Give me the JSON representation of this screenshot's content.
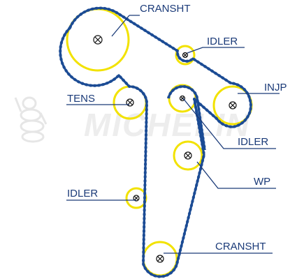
{
  "watermark": {
    "text": "MICHELIN"
  },
  "colors": {
    "belt": "#1b4b94",
    "pulley": "#f2e200",
    "label": "#1a3a78",
    "watermark": "#ededed"
  },
  "labels": {
    "crankshaft_top": "CRANSHT",
    "idler_top": "IDLER",
    "injection_pump": "INJP",
    "tensioner": "TENS",
    "idler_middle": "IDLER",
    "water_pump": "WP",
    "idler_lower": "IDLER",
    "crankshaft_bottom": "CRANSHT"
  }
}
